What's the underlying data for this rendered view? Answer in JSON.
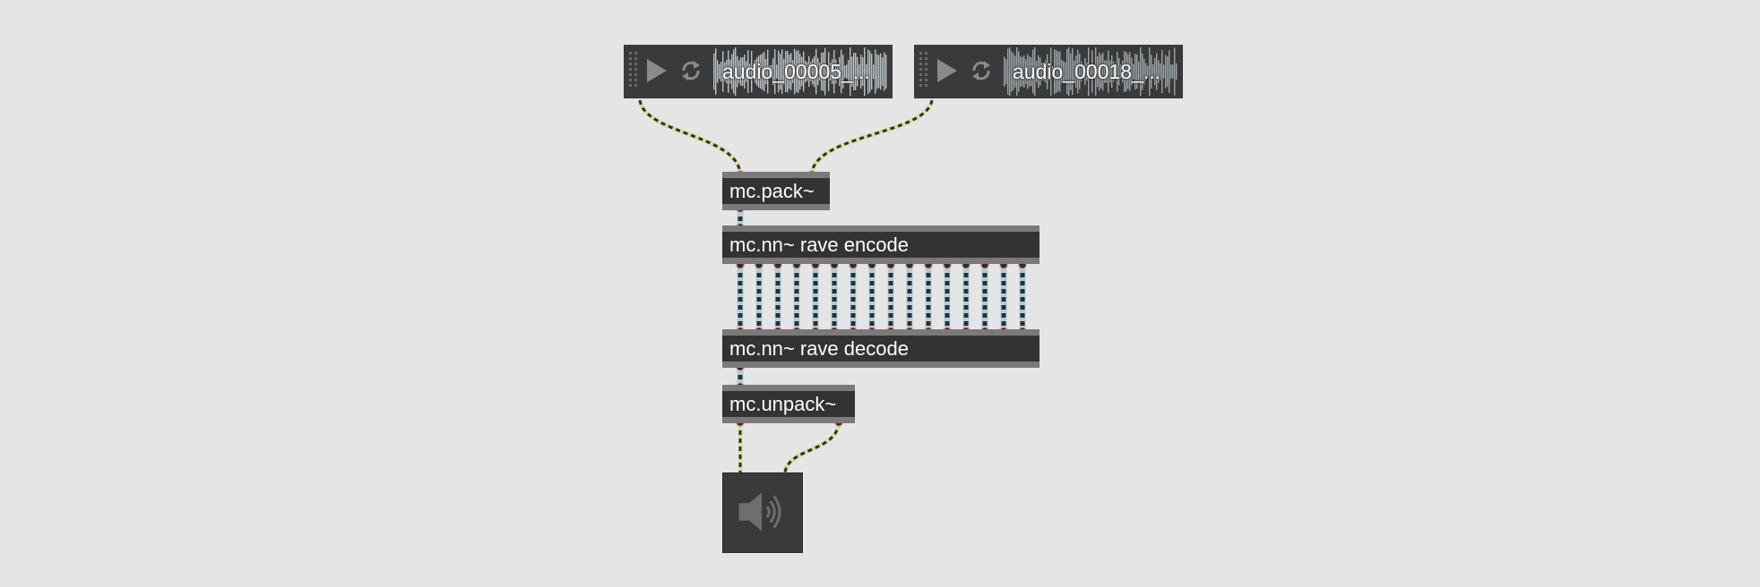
{
  "players": [
    {
      "filename": "audio_00005_..."
    },
    {
      "filename": "audio_00018_..."
    }
  ],
  "objects": {
    "pack": "mc.pack~",
    "encode": "mc.nn~ rave encode",
    "decode": "mc.nn~ rave decode",
    "unpack": "mc.unpack~"
  },
  "output": {
    "icon": "speaker-icon"
  },
  "latent_channels": 16,
  "colors": {
    "background": "#e5e5e5",
    "object_fill": "#333333",
    "object_bar": "#7a7a7a",
    "cable_audio": "#d7e0a0",
    "cable_mc": "#a9cfe3",
    "inlet": "#e8b3ad"
  }
}
